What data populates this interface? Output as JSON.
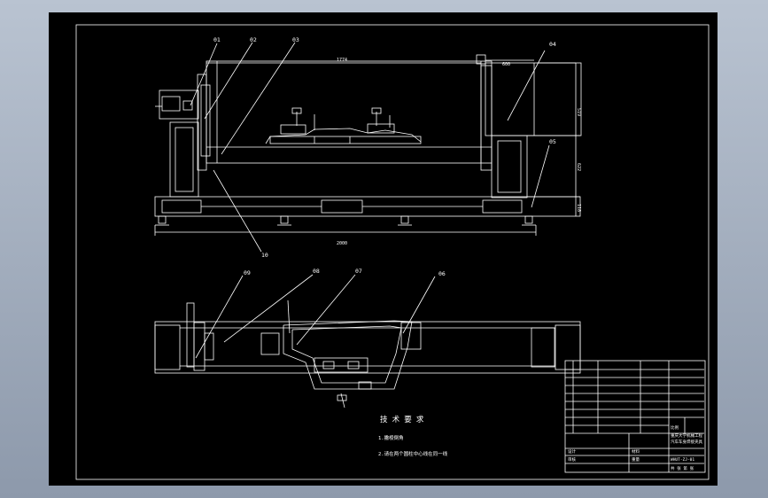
{
  "balloons": {
    "b01": "01",
    "b02": "02",
    "b03": "03",
    "b04": "04",
    "b05": "05",
    "b06": "06",
    "b07": "07",
    "b08": "08",
    "b09": "09",
    "b10": "10"
  },
  "dimensions": {
    "top_length": "1774",
    "box_width": "600",
    "right_upper": "519",
    "right_mid": "622",
    "right_lower": "118",
    "base_length": "2000"
  },
  "tech_requirements": {
    "title": "技 术 要 求",
    "items": [
      "1.撇棱倒角",
      "2.请在两个圆柱中心线在同一线"
    ]
  },
  "title_block": {
    "school": "重庆大学机械工程",
    "drawing_title": "汽车车身焊接夹具",
    "drawing_no": "WHUT-ZJ-01",
    "scale_label": "比例",
    "sheet_label": "共 张 第 张",
    "designer_label": "设计",
    "checker_label": "审核",
    "material_label": "材料",
    "weight_label": "重量"
  }
}
